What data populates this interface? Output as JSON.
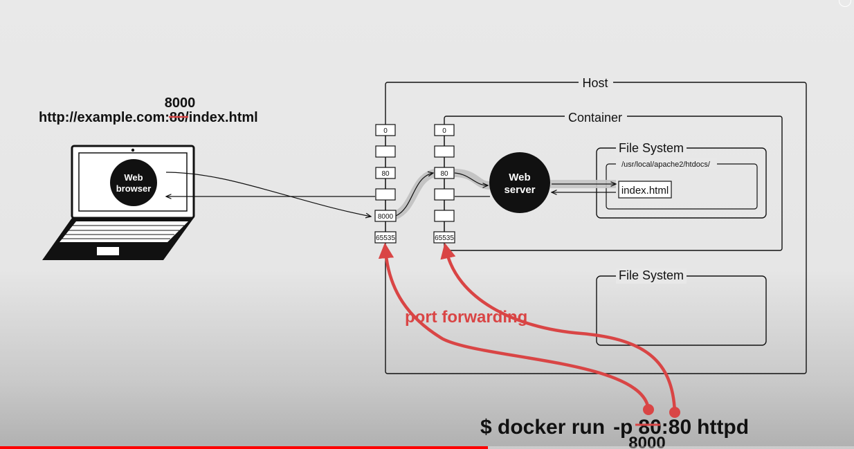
{
  "url": {
    "text": "http://example.com:80/index.html",
    "prefix": "http://example.com:",
    "struck_port": "80",
    "suffix": "/index.html",
    "new_port": "8000"
  },
  "laptop": {
    "app_line1": "Web",
    "app_line2": "browser"
  },
  "host": {
    "label": "Host",
    "ports": [
      "0",
      "",
      "80",
      "",
      "8000",
      "65535"
    ]
  },
  "container": {
    "label": "Container",
    "ports": [
      "0",
      "",
      "80",
      "",
      "",
      "65535"
    ]
  },
  "web_server": {
    "line1": "Web",
    "line2": "server"
  },
  "container_fs": {
    "label": "File System",
    "path": "/usr/local/apache2/htdocs/",
    "file": "index.html"
  },
  "host_fs": {
    "label": "File System"
  },
  "port_forwarding": {
    "label": "port forwarding"
  },
  "command": {
    "text": "$ docker run -p 80:80 httpd",
    "part1": "$ docker run",
    "flag": "-p",
    "struck_host_port": "80",
    "colon_container_port": ":80",
    "image": "httpd",
    "new_host_port": "8000"
  },
  "player": {
    "progress": 0.571
  },
  "colors": {
    "accent_red": "#d94545",
    "ink": "#111111",
    "progress_red": "#ff0000"
  }
}
